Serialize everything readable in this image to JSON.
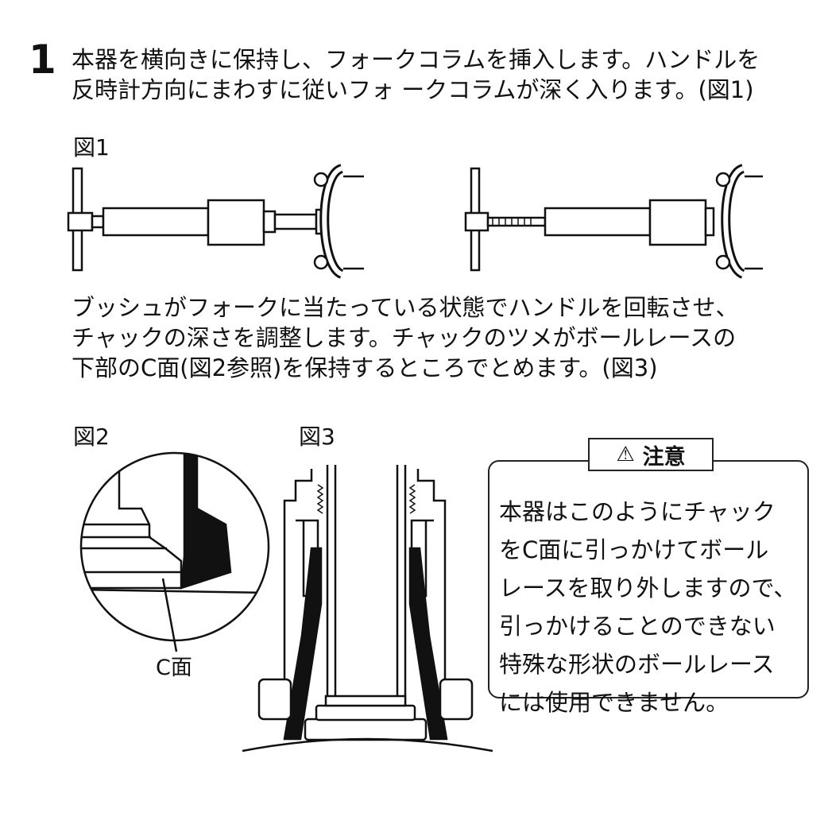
{
  "step": "1",
  "intro_lines": [
    "本器を横向きに保持し、フォークコラムを挿入します。ハンドルを",
    "反時計方向にまわすに従いフォ ークコラムが深く入ります。(図1)"
  ],
  "fig1_label": "図1",
  "desc_lines": [
    "ブッシュがフォークに当たっている状態でハンドルを回転させ、",
    "チャックの深さを調整します。チャックのツメがボールレースの",
    "下部のC面(図2参照)を保持するところでとめます。(図3)"
  ],
  "fig2_label": "図2",
  "fig3_label": "図3",
  "c_face_label": "C面",
  "caution": {
    "title": "注意",
    "icon": "warning-triangle-icon",
    "lines": [
      "本器はこのようにチャック",
      "をC面に引っかけてボール",
      "レースを取り外しますので、",
      "引っかけることのできない",
      "特殊な形状のボールレース",
      "には使用できません。"
    ]
  }
}
